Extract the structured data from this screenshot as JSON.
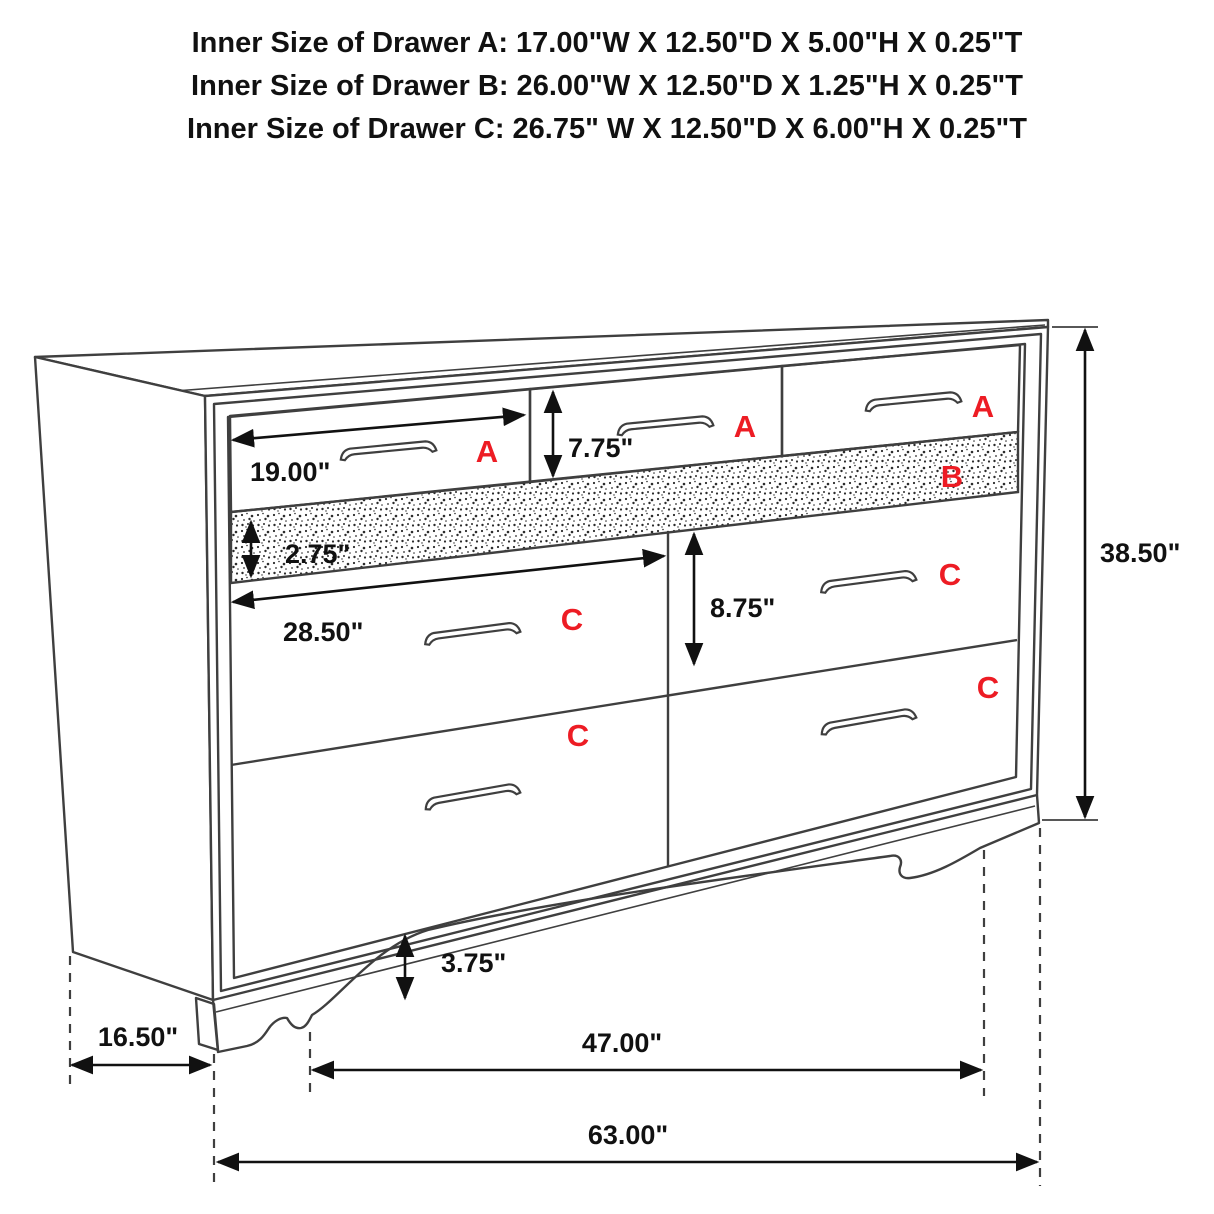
{
  "header": {
    "lines": [
      "Inner Size of Drawer A: 17.00\"W X 12.50\"D X 5.00\"H X 0.25\"T",
      "Inner Size of Drawer B: 26.00\"W X 12.50\"D X 1.25\"H X 0.25\"T",
      "Inner Size of Drawer C: 26.75\" W X 12.50\"D X 6.00\"H X 0.25\"T"
    ]
  },
  "drawer_letters": {
    "a1": "A",
    "a2": "A",
    "a3": "A",
    "b": "B",
    "c_left_top": "C",
    "c_right_top": "C",
    "c_left_bottom": "C",
    "c_right_bottom": "C"
  },
  "dimensions": {
    "drawer_a_width": "19.00\"",
    "drawer_a_front_height": "7.75\"",
    "drawer_b_front_height": "2.75\"",
    "drawer_c_width": "28.50\"",
    "drawer_c_front_height": "8.75\"",
    "overall_height": "38.50\"",
    "foot_height": "3.75\"",
    "side_depth": "16.50\"",
    "feet_span": "47.00\"",
    "overall_width": "63.00\""
  },
  "colors": {
    "label_red": "#ed1c24",
    "line_dark": "#3f3f3f",
    "background": "#ffffff"
  }
}
